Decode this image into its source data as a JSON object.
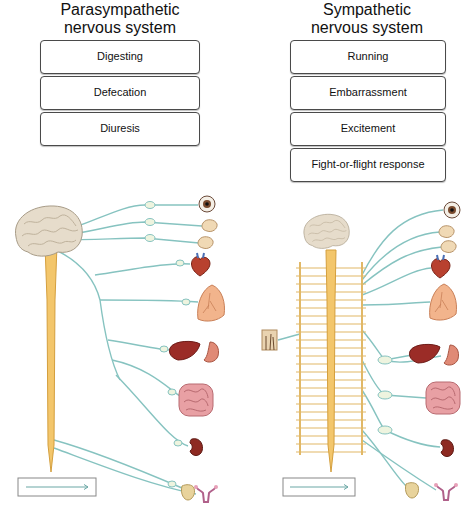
{
  "diagram": {
    "nodes": [
      {
        "text": [
          "Digesting"
        ]
      },
      {
        "text": [
          "Defecation"
        ]
      },
      {
        "text": [
          "Diuresis"
        ]
      },
      {
        "text": [
          "Running"
        ]
      },
      {
        "text": [
          "Embarrassment"
        ]
      },
      {
        "text": [
          "Excitement"
        ]
      },
      {
        "text": [
          "Fight-or-flight response"
        ]
      }
    ],
    "labels": [
      "Parasympathetic nervous system",
      "Sympathetic nervous system"
    ]
  }
}
